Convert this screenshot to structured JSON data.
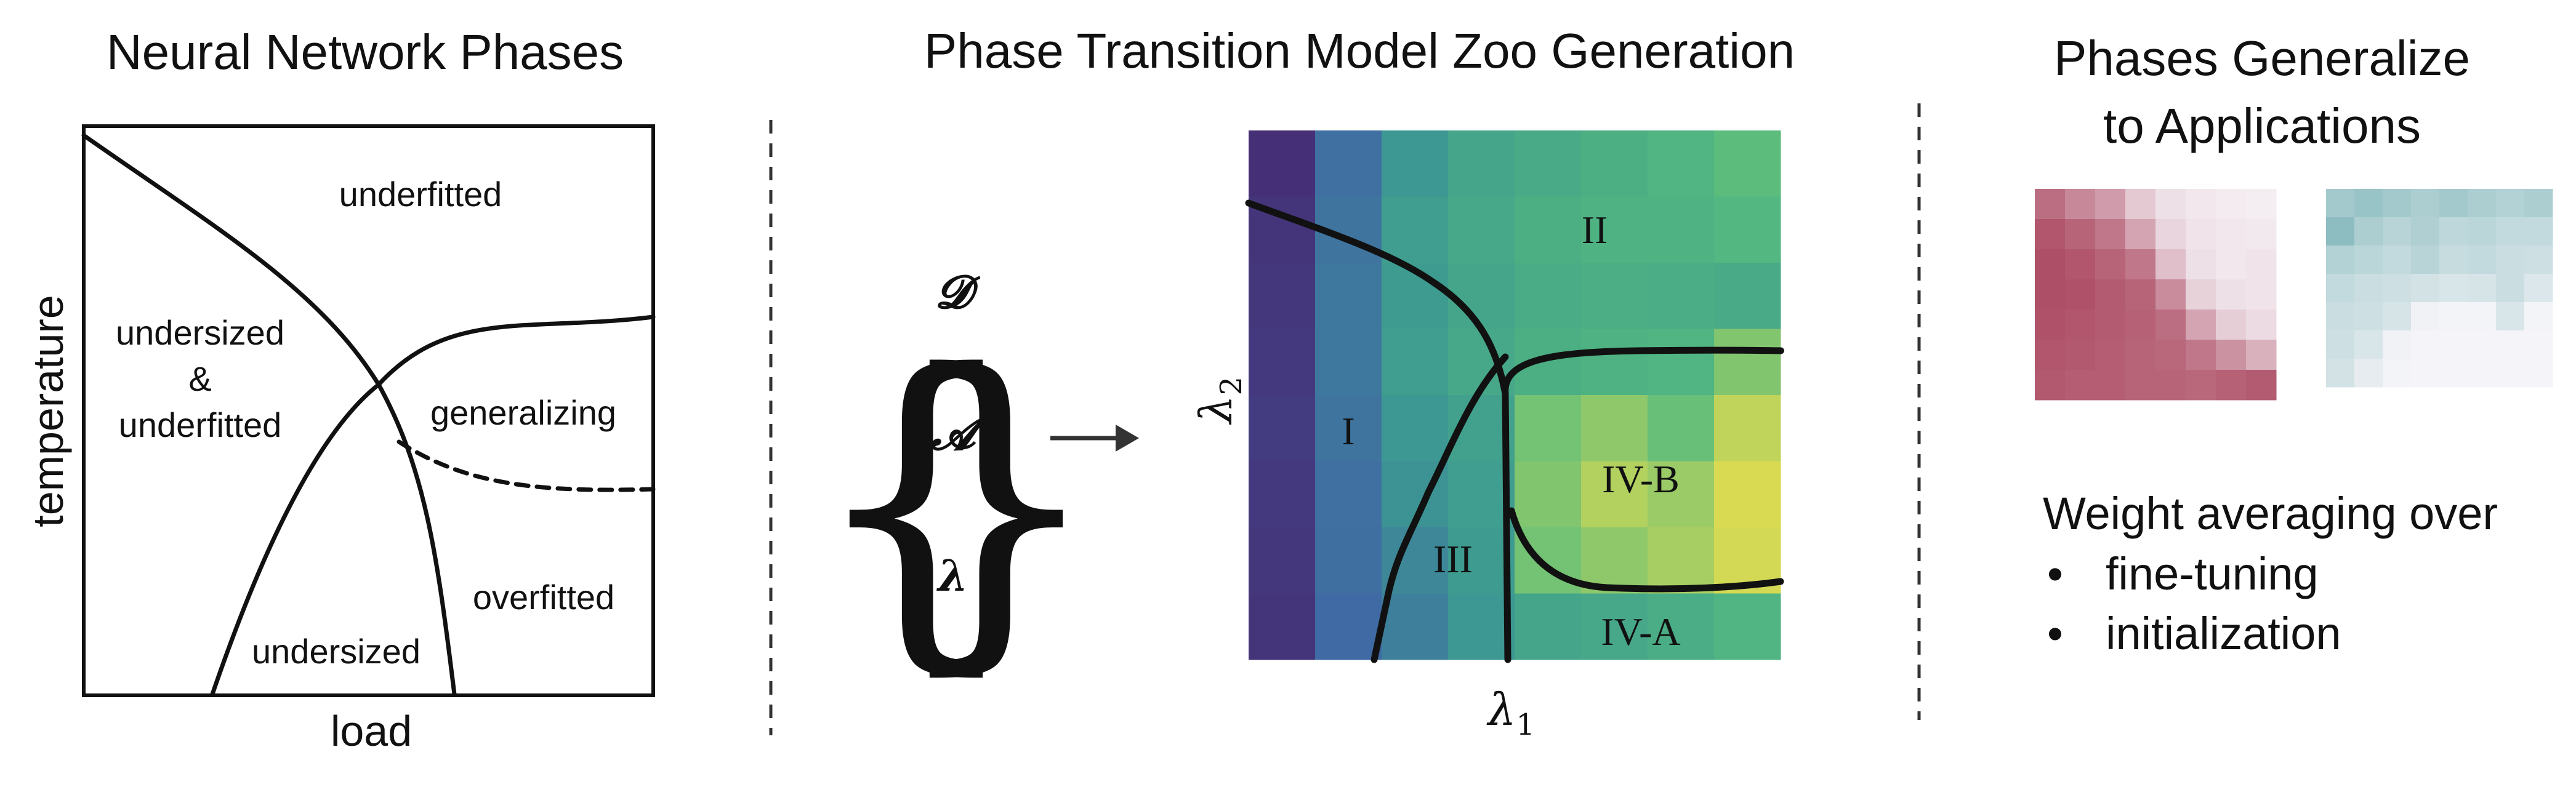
{
  "left": {
    "title": "Neural Network Phases",
    "xlabel": "load",
    "ylabel": "temperature",
    "regions": {
      "underfitted": "underfitted",
      "undersized_and_underfitted": [
        "undersized",
        "&",
        "underfitted"
      ],
      "generalizing": "generalizing",
      "overfitted": "overfitted",
      "undersized": "undersized"
    }
  },
  "middle": {
    "title": "Phase Transition Model Zoo Generation",
    "set_items": [
      "𝓓",
      "𝓐",
      "𝝀"
    ],
    "xlabel_base": "λ",
    "xlabel_sub": "1",
    "ylabel_base": "λ",
    "ylabel_sub": "2",
    "regions": [
      "I",
      "II",
      "III",
      "IV-B",
      "IV-A"
    ],
    "heatmap_colors": {
      "dark_purple": "#452a72",
      "blue": "#3f6aa3",
      "teal": "#3d9b90",
      "green": "#55bb7e",
      "yellow": "#f2e04a"
    }
  },
  "right": {
    "title_lines": [
      "Phases Generalize",
      "to Applications"
    ],
    "text_heading": "Weight averaging over",
    "bullets": [
      "fine-tuning",
      "initialization"
    ],
    "bullet_glyph": "•",
    "colors": {
      "pink": "#a74059",
      "teal": "#5fa5a7"
    }
  }
}
